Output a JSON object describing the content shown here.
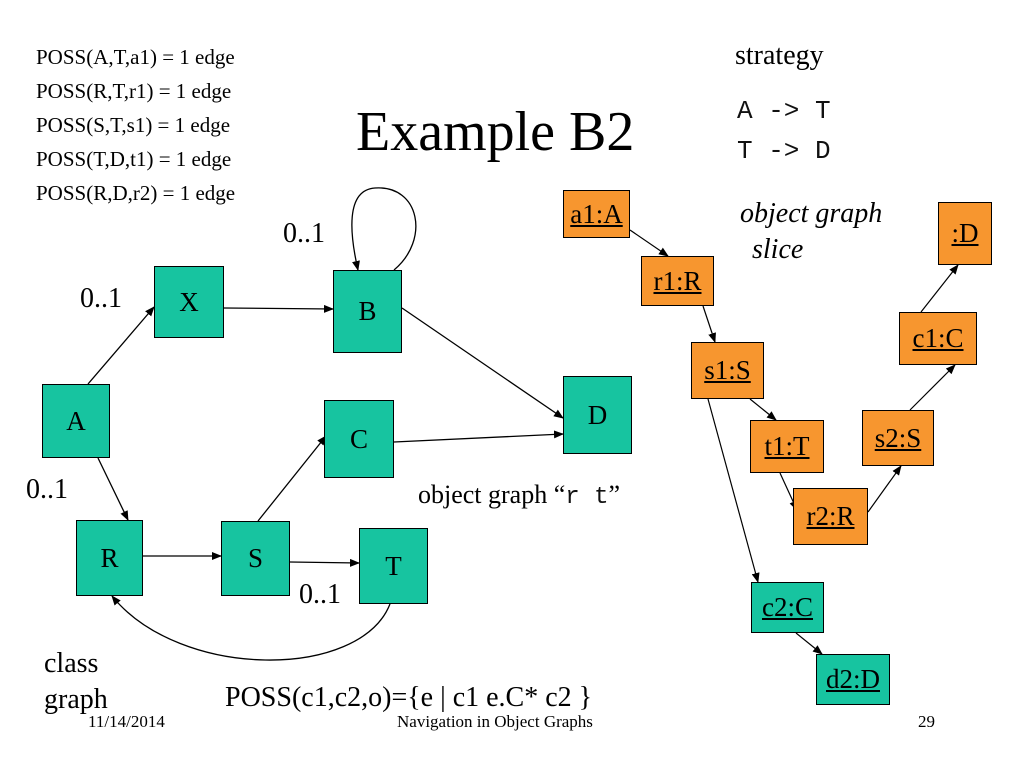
{
  "title": "Example B2",
  "poss_lines": [
    "POSS(A,T,a1) = 1 edge",
    "POSS(R,T,r1) = 1 edge",
    "POSS(S,T,s1) = 1 edge",
    "POSS(T,D,t1) = 1 edge",
    "POSS(R,D,r2) = 1 edge"
  ],
  "strategy": {
    "label": "strategy",
    "lines": [
      "A -> T",
      "T -> D"
    ]
  },
  "slice_label": {
    "line1": "object graph",
    "line2": "slice"
  },
  "class_graph": {
    "nodes": [
      "A",
      "X",
      "B",
      "C",
      "D",
      "R",
      "S",
      "T"
    ],
    "multiplicities": [
      "0..1",
      "0..1",
      "0..1",
      "0..1"
    ],
    "label_line1": "class",
    "label_line2": "graph"
  },
  "object_graph": {
    "label_prefix": "object graph “",
    "label_code": "r t",
    "label_suffix": "”",
    "nodes": [
      "a1:A",
      "r1:R",
      "s1:S",
      "t1:T",
      "r2:R",
      "s2:S",
      "c1:C",
      ":D",
      "c2:C",
      "d2:D"
    ]
  },
  "poss_formula": "POSS(c1,c2,o)={e | c1 e.C* c2 }",
  "footer": {
    "date": "11/14/2014",
    "center": "Navigation in Object Graphs",
    "page": "29"
  },
  "colors": {
    "class_node": "#17c4a0",
    "object_node_orange": "#f7962f",
    "object_node_teal": "#17c4a0"
  }
}
